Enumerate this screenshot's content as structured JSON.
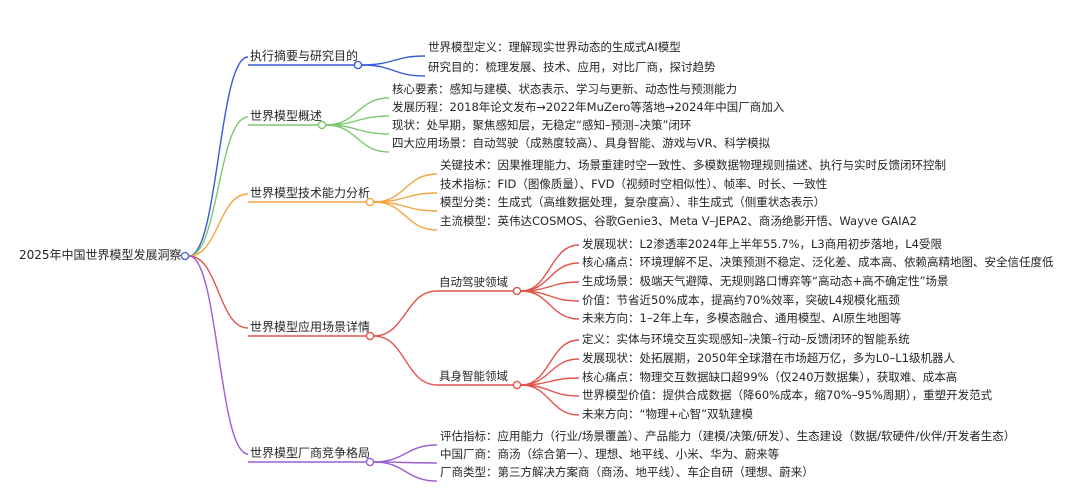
{
  "root": "2025年中国世界模型发展洞察",
  "colors": {
    "root": "#4f6bd1",
    "exec": "#3a5bd8",
    "overview": "#7cc86e",
    "tech": "#f4a340",
    "apps": "#e2554a",
    "vendors": "#9b5fd2"
  },
  "branches": [
    {
      "label": "执行摘要与研究目的",
      "leaves": [
        "世界模型定义：理解现实世界动态的生成式AI模型",
        "研究目的：梳理发展、技术、应用，对比厂商，探讨趋势"
      ]
    },
    {
      "label": "世界模型概述",
      "leaves": [
        "核心要素：感知与建模、状态表示、学习与更新、动态性与预测能力",
        "发展历程：2018年论文发布→2022年MuZero等落地→2024年中国厂商加入",
        "现状：处早期，聚焦感知层，无稳定“感知–预测–决策”闭环",
        "四大应用场景：自动驾驶（成熟度较高）、具身智能、游戏与VR、科学模拟"
      ]
    },
    {
      "label": "世界模型技术能力分析",
      "leaves": [
        "关键技术：因果推理能力、场景重建时空一致性、多模数据物理规则描述、执行与实时反馈闭环控制",
        "技术指标：FID（图像质量）、FVD（视频时空相似性）、帧率、时长、一致性",
        "模型分类：生成式（高维数据处理，复杂度高）、非生成式（侧重状态表示）",
        "主流模型：英伟达COSMOS、谷歌Genie3、Meta V–JEPA2、商汤绝影开悟、Wayve GAIA2"
      ]
    },
    {
      "label": "世界模型应用场景详情",
      "subs": [
        {
          "label": "自动驾驶领域",
          "leaves": [
            "发展现状：L2渗透率2024年上半年55.7%，L3商用初步落地，L4受限",
            "核心痛点：环境理解不足、决策预测不稳定、泛化差、成本高、依赖高精地图、安全信任度低",
            "生成场景：极端天气避障、无规则路口博弈等“高动态+高不确定性”场景",
            "价值：节省近50%成本，提高约70%效率，突破L4规模化瓶颈",
            "未来方向：1–2年上车，多模态融合、通用模型、AI原生地图等"
          ]
        },
        {
          "label": "具身智能领域",
          "leaves": [
            "定义：实体与环境交互实现感知–决策–行动–反馈闭环的智能系统",
            "发展现状：处拓展期，2050年全球潜在市场超万亿，多为L0–L1级机器人",
            "核心痛点：物理交互数据缺口超99%（仅240万数据集），获取难、成本高",
            "世界模型价值：提供合成数据（降60%成本，缩70%–95%周期），重塑开发范式",
            "未来方向：“物理+心智”双轨建模"
          ]
        }
      ]
    },
    {
      "label": "世界模型厂商竞争格局",
      "leaves": [
        "评估指标：应用能力（行业/场景覆盖）、产品能力（建模/决策/研发）、生态建设（数据/软硬件/伙伴/开发者生态）",
        "中国厂商：商汤（综合第一）、理想、地平线、小米、华为、蔚来等",
        "厂商类型：第三方解决方案商（商汤、地平线）、车企自研（理想、蔚来）"
      ]
    }
  ]
}
